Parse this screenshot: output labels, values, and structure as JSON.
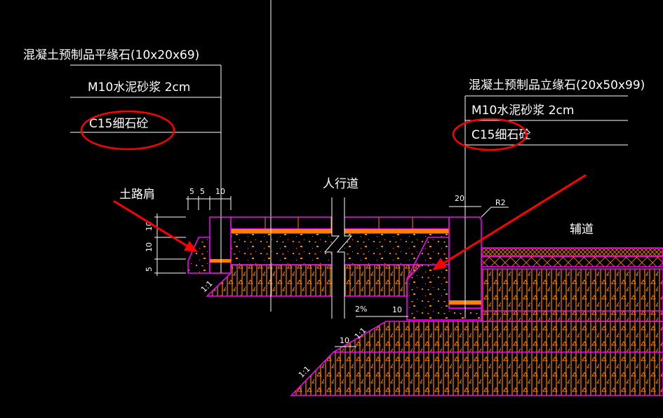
{
  "colors": {
    "background": "#000000",
    "outline": "#ff00ff",
    "fill": "#ff8000",
    "annotation": "#ff0000",
    "text": "#ffffff"
  },
  "left_callout": {
    "title": "混凝土预制品平缘石(10x20x69)",
    "layer1": "M10水泥砂浆  2cm",
    "layer2": "C15细石砼"
  },
  "right_callout": {
    "title": "混凝土预制品立缘石(20x50x99)",
    "layer1": "M10水泥砂浆  2cm",
    "layer2": "C15细石砼"
  },
  "labels": {
    "shoulder": "土路肩",
    "sidewalk": "人行道",
    "side_road": "辅道"
  },
  "dimensions": {
    "top_left": [
      "5",
      "5",
      "10"
    ],
    "left_vertical": [
      "10",
      "10",
      "5"
    ],
    "curb_width": "20",
    "radius": "R2",
    "slope": "2%",
    "step1": "10",
    "step2": "10",
    "side_slope_1": "1:1",
    "side_slope_2": "1:1",
    "side_slope_3": "1:1"
  }
}
